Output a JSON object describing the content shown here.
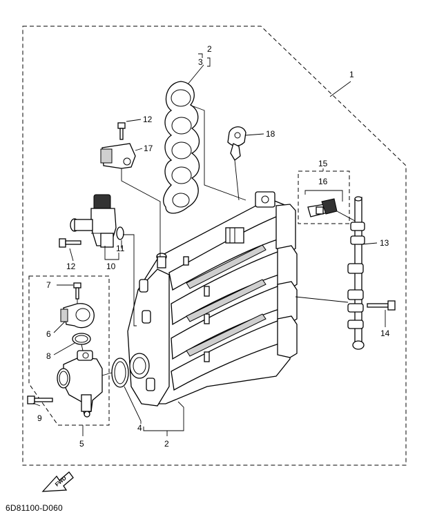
{
  "diagram_code": "6D81100-D060",
  "fwd_label": "FWD",
  "callouts": {
    "c1": "1",
    "c2_top": "2",
    "c3": "3",
    "c2_bottom": "2",
    "c4": "4",
    "c5": "5",
    "c6": "6",
    "c7": "7",
    "c8": "8",
    "c9": "9",
    "c10": "10",
    "c11": "11",
    "c12_top": "12",
    "c12_left": "12",
    "c13": "13",
    "c14": "14",
    "c15": "15",
    "c16": "16",
    "c17": "17",
    "c18": "18"
  }
}
